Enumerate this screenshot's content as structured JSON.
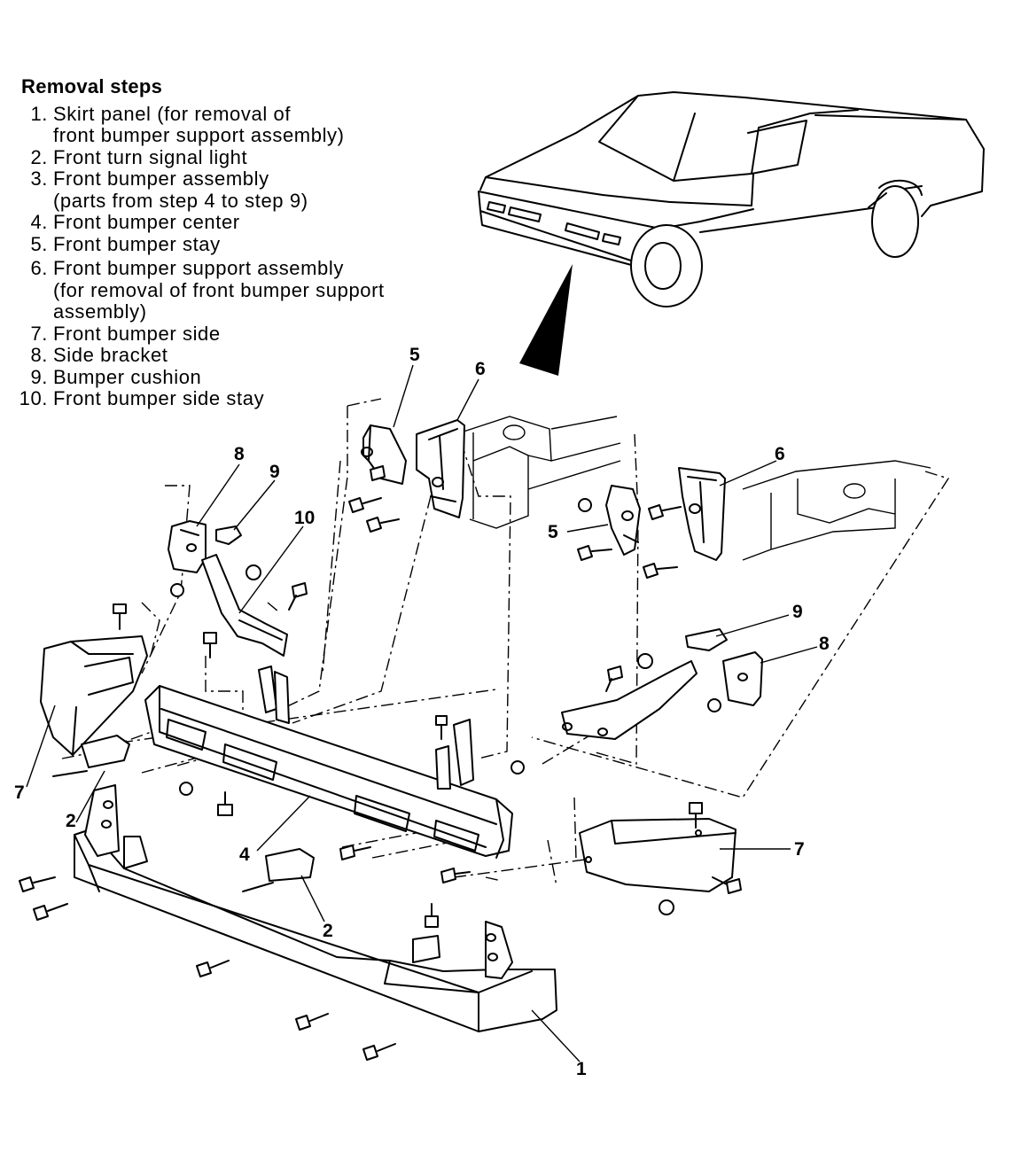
{
  "title": "Removal steps",
  "steps": [
    {
      "n": "1.",
      "text": "Skirt panel (for removal of\nfront bumper support assembly)"
    },
    {
      "n": "2.",
      "text": "Front turn signal light"
    },
    {
      "n": "3.",
      "text": "Front bumper assembly\n(parts from step 4 to step 9)"
    },
    {
      "n": "4.",
      "text": "Front bumper center"
    },
    {
      "n": "5.",
      "text": "Front bumper stay"
    },
    {
      "n": "6.",
      "text": "Front bumper support assembly\n(for removal of front bumper support\nassembly)"
    },
    {
      "n": "7.",
      "text": "Front bumper side"
    },
    {
      "n": "8.",
      "text": "Side bracket"
    },
    {
      "n": "9.",
      "text": "Bumper cushion"
    },
    {
      "n": "10.",
      "text": "Front bumper side stay"
    }
  ],
  "callouts": {
    "c5_left": "5",
    "c6_left": "6",
    "c8_left": "8",
    "c9_left": "9",
    "c10": "10",
    "c6_right": "6",
    "c5_right": "5",
    "c9_right": "9",
    "c8_right": "8",
    "c7_left": "7",
    "c7_right": "7",
    "c2_left": "2",
    "c2_right": "2",
    "c4": "4",
    "c1": "1"
  }
}
